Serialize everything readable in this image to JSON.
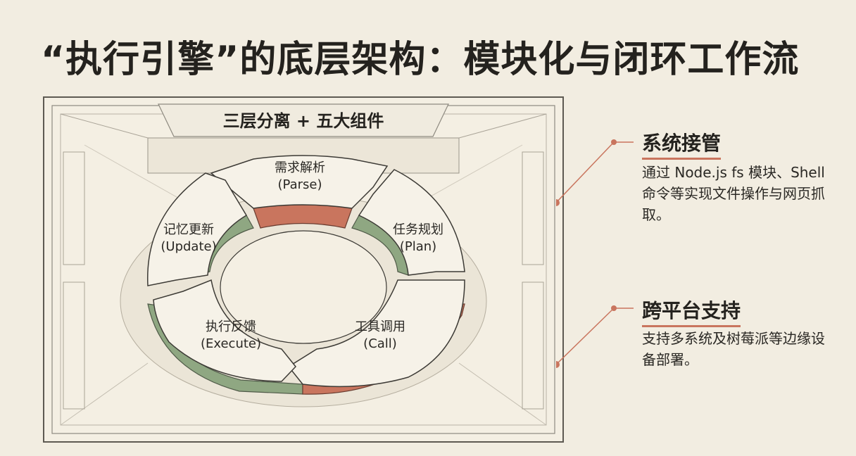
{
  "title": "“执行引擎”的底层架构：模块化与闭环工作流",
  "diagram": {
    "banner": "三层分离 + 五大组件",
    "segments": [
      {
        "name": "需求解析",
        "en": "(Parse)"
      },
      {
        "name": "任务规划",
        "en": "(Plan)"
      },
      {
        "name": "工具调用",
        "en": "(Call)"
      },
      {
        "name": "执行反馈",
        "en": "(Execute)"
      },
      {
        "name": "记忆更新",
        "en": "(Update)"
      }
    ]
  },
  "side": {
    "items": [
      {
        "heading": "系统接管",
        "text": "通过 Node.js fs 模块、Shell 命令等实现文件操作与网页抓取。"
      },
      {
        "heading": "跨平台支持",
        "text": "支持多系统及树莓派等边缘设备部署。"
      }
    ]
  },
  "colors": {
    "background": "#f2ede1",
    "red": "#c9755e",
    "green": "#8fa782",
    "ink": "#24221e"
  }
}
